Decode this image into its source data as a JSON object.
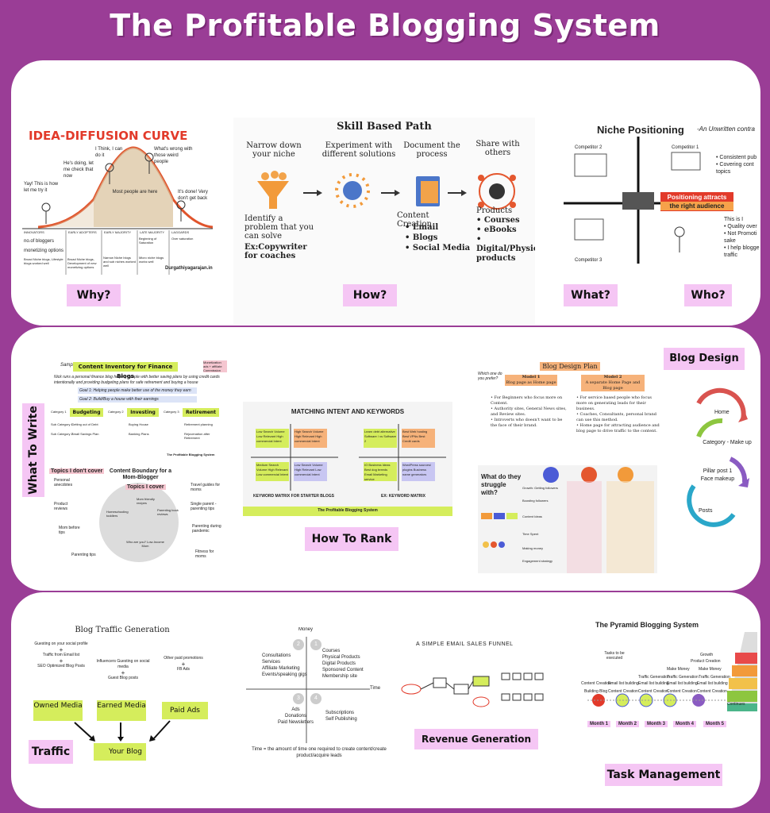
{
  "title": "The Profitable Blogging System",
  "sections": {
    "why": "Why?",
    "how": "How?",
    "what": "What?",
    "who": "Who?",
    "what_to_write": "What To Write",
    "how_to_rank": "How To Rank",
    "blog_design": "Blog Design",
    "traffic": "Traffic",
    "revenue": "Revenue Generation",
    "task": "Task Management"
  },
  "idea_curve": {
    "title": "IDEA-DIFFUSION CURVE",
    "notes": [
      "Yay! This is how let me try it",
      "I Think, I can do it",
      "He's doing, let me check that now",
      "What's wrong with those weird people",
      "It's done! Very don't get back"
    ],
    "center": "Most people are here",
    "cols": [
      "INNOVATORS",
      "EARLY ADOPTERS",
      "EARLY MAJORITY",
      "LATE MAJORITY",
      "LAGGARDS"
    ],
    "rows": [
      "no.of bloggers",
      "monetizing options",
      "Broad Niche blogs, Lifestyle blogs worked well",
      "Broad Niche blogs, Development of new monetizing options",
      "Narrow Niche blogs and sub niches worked well",
      "Micro niche blogs works well",
      "Beginning of Saturation",
      "Over saturation"
    ],
    "credit": "Durgathiyagarajan.in"
  },
  "skill_path": {
    "title": "Skill Based Path",
    "steps": [
      "Narrow down your niche",
      "Experiment with different solutions",
      "Document the process",
      "Share with others"
    ],
    "problem": "Identify a problem that you can solve",
    "example": "Ex:Copywriter for coaches",
    "content_title": "Content Creation",
    "content_items": [
      "Email",
      "Blogs",
      "Social Media"
    ],
    "products_title": "Products",
    "products_items": [
      "Courses",
      "eBooks",
      "Digital/Physical products"
    ]
  },
  "niche": {
    "title": "Niche Positioning",
    "subtitle": "-An Unwritten contra",
    "comp1": "Competitor 1",
    "comp2": "Competitor 2",
    "comp3": "Competitor 3",
    "banner1": "Positioning attracts",
    "banner2": "the right audience",
    "bullets": [
      "Consistent pub",
      "Covering cont topics"
    ],
    "bullets2": [
      "This is I",
      "Quality over",
      "Not Promoti sake",
      "I help blogge traffic"
    ]
  },
  "inventory": {
    "sample": "Sample",
    "title": "Content Inventory for  Finance Blogs",
    "tag": "Monetization ads + affiliate Commission",
    "desc": "Nick runs a personal finance blog helping people with better saving plans by using credit cards intentionally and providing budgeting plans for safe retirement and buying a house",
    "goal1": "Goal 1: Helping people make better use of the money they earn",
    "goal2": "Goal 2: Build/Buy a house with their earnings",
    "cat1": "Category 1",
    "cat2": "Category 2",
    "cat3": "Category 3",
    "c1": "Budgeting",
    "c2": "Investing",
    "c3": "Retirement",
    "sub1": "Sub Category 1",
    "sub2": "Sub Category 2",
    "cells": [
      "Getting out of Debt",
      "Buying House",
      "Retirement planning",
      "Small Savings Plan",
      "Banking Plans",
      "Rejuvenation after Retirement"
    ],
    "credit": "The Profitable Blogging System"
  },
  "boundary": {
    "dont": "Topics I don't cover",
    "title": "Content Boundary for a Mom-Blogger",
    "cover": "Topics I cover",
    "left": [
      "Personal anecdotes",
      "Product reviews",
      "Mom before tips",
      "Parenting tips"
    ],
    "inner": [
      "Mom friendly recipes",
      "Homeschooling toddlers",
      "Parenting book reviews",
      "Who are you? Low-Income Mom"
    ],
    "right": [
      "Travel guides for moms",
      "Single parent - parenting tips",
      "Parenting during pandemic",
      "Fitness for moms"
    ]
  },
  "rank": {
    "title": "MATCHING INTENT AND KEYWORDS",
    "left_cap": "KEYWORD MATRIX FOR STARTER BLOGS",
    "right_cap": "EX: KEYWORD MATRIX",
    "notes_left": [
      "Low Search Volume Low Relevant High commercial Intent",
      "High Search Volume High Relevant High commercial Intent",
      "Medium Search Volume High Relevant Low commercial Intent",
      "Low Search Volume High Relevant Low commercial Intent"
    ],
    "notes_right": [
      "Learn debt alternative Software / vs Software 2",
      "Best Web hosting Best VPNs Best Credit cards",
      "IO Business Ideas Best dog breeds Email Marketing service",
      "WordPress sources/ plugins Business name generators"
    ],
    "credit": "The Profitable Blogging System"
  },
  "design_plan": {
    "question": "Which one do you prefer?",
    "title": "Blog Design Plan",
    "m1": "Model 1",
    "m1b": "Blog page as Home page",
    "m2": "Model 2",
    "m2b": "A separate Home Page and Blog page",
    "b1": [
      "For Beginners who focus more on Content.",
      "Authority sites, General News sites, and Review sites.",
      "Introverts who doesn't want to be the face of their brand."
    ],
    "b2": [
      "For service based people who focus more on generating leads for their business.",
      "Coaches, Consultants, personal brand can use this method.",
      "Home page for attracting audience and blog page to drive traffic to the content."
    ]
  },
  "struggle": {
    "title": "What do they struggle with?",
    "rows": [
      "Growth: Getting followers",
      "Boosting followers",
      "Content Ideas",
      "Time Spent",
      "Making money",
      "Engagement strategy"
    ]
  },
  "cycle": {
    "items": [
      "Home",
      "Category - Make up",
      "Pillar post 1",
      "Face makeup",
      "Posts"
    ]
  },
  "traffic_gen": {
    "title": "Blog Traffic Generation",
    "owned_items": [
      "Guesting on your social profile",
      "Traffic from Email list",
      "SEO Optimized Blog Posts"
    ],
    "earned_items": [
      "Influencers Guesting on social media",
      "Guest Blog posts"
    ],
    "paid_items": [
      "Other paid promotions",
      "FB Ads"
    ],
    "owned": "Owned Media",
    "earned": "Earned Media",
    "paid": "Paid Ads",
    "your_blog": "Your Blog"
  },
  "quadrant": {
    "money": "Money",
    "time": "Time",
    "q": [
      "2",
      "1",
      "3",
      "4"
    ],
    "q2": [
      "Consultations",
      "Services",
      "Affiliate Marketing",
      "Events/speaking gigs"
    ],
    "q1": [
      "Courses",
      "Physical Products",
      "Digital Products",
      "Sponsored Content",
      "Membership site"
    ],
    "q3": [
      "Ads",
      "Donations",
      "Paid Newsletters"
    ],
    "q4": [
      "Subscriptions",
      "Self Publishing"
    ],
    "caption": "Time = the amount of time one required to create content/create product/acquire leads"
  },
  "funnel": {
    "title": "A SIMPLE EMAIL SALES FUNNEL"
  },
  "pyramid": {
    "title": "The Pyramid Blogging System",
    "tasks": "Tasks to be executed",
    "growth": "Growth",
    "product": "Product Creation",
    "make_money": "Make Money",
    "traffic": "Traffic Generation",
    "email": "Email list building",
    "content": "Content Creation",
    "building": "Building Blog",
    "continues": "Continues",
    "months": [
      "Month 1",
      "Month 2",
      "Month 3",
      "Month 4",
      "Month 5"
    ]
  },
  "colors": {
    "bg": "#9a3d96",
    "label": "#f5c6f4",
    "green": "#d5ed5c"
  }
}
